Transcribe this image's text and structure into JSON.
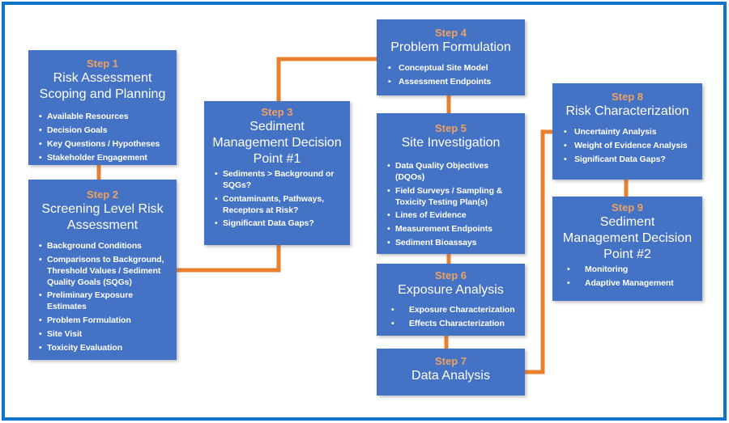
{
  "diagram": {
    "bullet_glyph": "•",
    "colors": {
      "box_blue": "#4472C4",
      "step_label_orange": "#EDA263",
      "connector_orange": "#E8802E",
      "frame_border_blue": "#0E74C8",
      "text_white": "#FFFFFF"
    },
    "steps": [
      {
        "label": "Step 1",
        "title": "Risk Assessment\nScoping and Planning",
        "bullets": [
          "Available Resources",
          "Decision Goals",
          "Key Questions / Hypotheses",
          "Stakeholder Engagement"
        ]
      },
      {
        "label": "Step 2",
        "title": "Screening Level Risk\nAssessment",
        "bullets": [
          "Background Conditions",
          "Comparisons to Background, Threshold Values / Sediment Quality Goals (SQGs)",
          "Preliminary Exposure Estimates",
          "Problem Formulation",
          "Site Visit",
          "Toxicity Evaluation"
        ]
      },
      {
        "label": "Step 3",
        "title": "Sediment\nManagement Decision\nPoint #1",
        "bullets": [
          "Sediments > Background or SQGs?",
          "Contaminants, Pathways, Receptors at Risk?",
          "Significant Data Gaps?"
        ]
      },
      {
        "label": "Step 4",
        "title": "Problem Formulation",
        "bullets": [
          "Conceptual Site Model",
          "Assessment Endpoints"
        ]
      },
      {
        "label": "Step 5",
        "title": "Site Investigation",
        "bullets": [
          "Data Quality Objectives (DQOs)",
          "Field Surveys / Sampling & Toxicity Testing Plan(s)",
          "Lines of Evidence",
          "Measurement Endpoints",
          "Sediment Bioassays"
        ]
      },
      {
        "label": "Step 6",
        "title": "Exposure Analysis",
        "bullets": [
          "Exposure Characterization",
          "Effects Characterization"
        ]
      },
      {
        "label": "Step 7",
        "title": "Data Analysis",
        "bullets": []
      },
      {
        "label": "Step 8",
        "title": "Risk Characterization",
        "bullets": [
          "Uncertainty Analysis",
          "Weight of Evidence Analysis",
          "Significant Data Gaps?"
        ]
      },
      {
        "label": "Step 9",
        "title": "Sediment\nManagement Decision\nPoint #2",
        "bullets": [
          "Monitoring",
          "Adaptive Management"
        ]
      }
    ]
  }
}
